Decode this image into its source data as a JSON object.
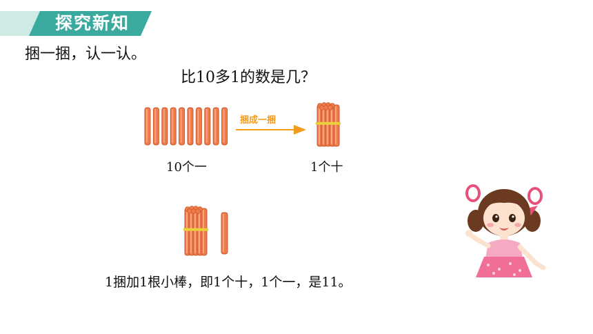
{
  "header": {
    "section_title": "探究新知"
  },
  "content": {
    "subtitle": "捆一捆，认一认。",
    "question": "比10多1的数是几？",
    "arrow_label": "捆成一捆",
    "label_ones": "10个一",
    "label_tens": "1个十",
    "conclusion": "1捆加1根小棒，即1个十，1个一，是11。"
  },
  "colors": {
    "tab_teal": "#3aa99e",
    "tab_light": "#cfe9e4",
    "stick": "#f07a4a",
    "stick_dark": "#c95a2f",
    "band": "#e8d23a",
    "arrow": "#f59b1a"
  }
}
